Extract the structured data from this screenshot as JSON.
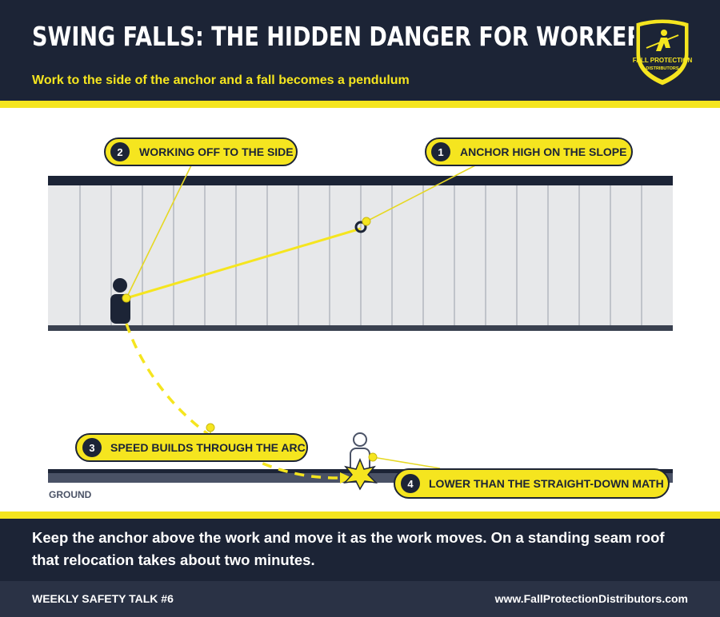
{
  "header": {
    "title": "SWING FALLS: THE HIDDEN DANGER FOR WORKERS",
    "subtitle": "Work to the side of the anchor and a fall becomes a pendulum"
  },
  "logo": {
    "text_line1": "FALL PROTECTION",
    "text_line2": "DISTRIBUTORS",
    "icon": "worker-shield-icon"
  },
  "diagram": {
    "callouts": [
      {
        "number": "1",
        "label": "ANCHOR HIGH ON THE SLOPE"
      },
      {
        "number": "2",
        "label": "WORKING OFF TO THE SIDE"
      },
      {
        "number": "3",
        "label": "SPEED BUILDS THROUGH THE ARC"
      },
      {
        "number": "4",
        "label": "LOWER THAN THE STRAIGHT-DOWN MATH"
      }
    ],
    "ground_label": "GROUND"
  },
  "footer": {
    "message": "Keep the anchor above the work and move it as the work moves. On a standing seam roof that relocation takes about two minutes.",
    "series": "WEEKLY SAFETY TALK #6",
    "website": "www.FallProtectionDistributors.com"
  },
  "colors": {
    "navy": "#1c2436",
    "yellow": "#f5e51f",
    "roof": "#e7e8ea",
    "seam": "#9ea3ad"
  }
}
